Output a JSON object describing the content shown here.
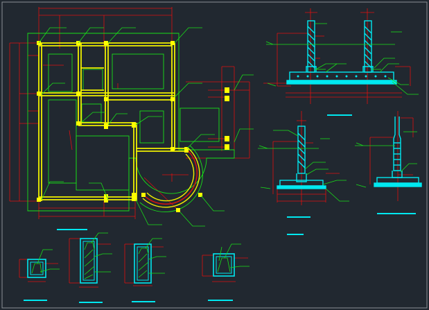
{
  "colors": {
    "background": "#212830",
    "frame": "#8a9096",
    "dimension": "#e01010",
    "leader": "#19e019",
    "wall": "#f0f000",
    "concrete": "#00e8f0",
    "column_marker": "#ffff00"
  },
  "drawing": {
    "views": [
      "foundation-plan",
      "section-double-wall",
      "section-single-wall",
      "section-wall-profile",
      "column-section-1",
      "column-section-2",
      "column-section-3",
      "column-section-4"
    ]
  }
}
